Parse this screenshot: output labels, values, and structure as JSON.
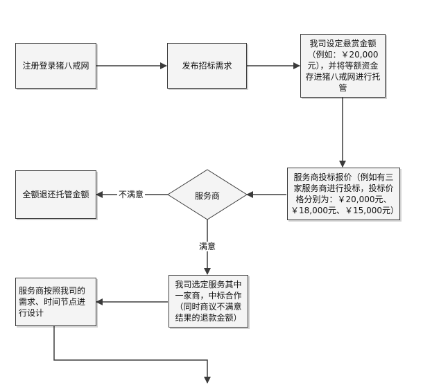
{
  "nodes": {
    "register": "注册登录猪八戒网",
    "publish": "发布招标需求",
    "set_reward": "我司设定悬赏金额（例如：￥20,000元），并将等额资金存进猪八戒网进行托管",
    "bids": "服务商投标报价（例如有三家服务商进行投标，投标价格分别为：￥20,000元、￥18,000元、￥15,000元）",
    "decision": "服务商",
    "refund": "全额退还托管金额",
    "select": "我司选定服务其中一家商，中标合作（同时商议不满意结果的退款金额）",
    "design": "服务商按照我司的需求、时间节点进行设计"
  },
  "edge_labels": {
    "not_satisfied": "不满意",
    "satisfied": "满意"
  },
  "colors": {
    "box_fill": "#f4f4f4",
    "line": "#3b3b3b"
  }
}
